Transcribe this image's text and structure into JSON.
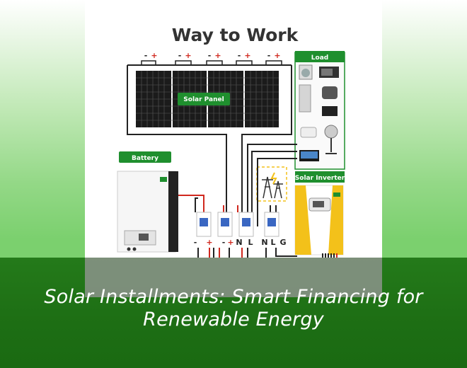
{
  "diagram": {
    "title": "Way to Work",
    "labels": {
      "solar_panel": "Solar Panel",
      "battery": "Battery",
      "load": "Load",
      "solar_inverter": "Solar Inverter"
    },
    "panel_terminals": [
      "-",
      "+",
      "-",
      "+",
      "-",
      "+",
      "-",
      "+",
      "-",
      "+"
    ],
    "breaker_terminals": [
      "-",
      "+",
      "-",
      "+",
      "N",
      "L",
      "N",
      "L",
      "G"
    ]
  },
  "caption": "Solar Installments: Smart Financing for Renewable Energy",
  "colors": {
    "label_green": "#1f8f2e",
    "wire_red": "#d0281e",
    "wire_dark": "#222222",
    "caption_band": "#1d6e14"
  }
}
